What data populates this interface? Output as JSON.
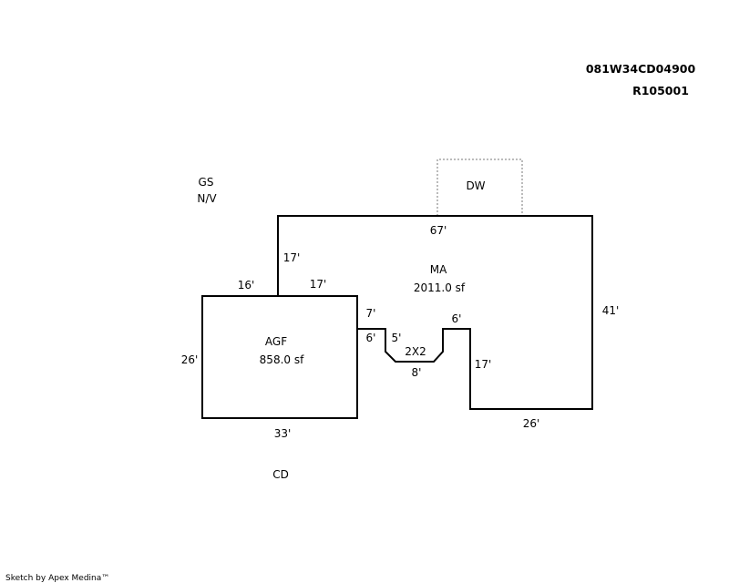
{
  "header": {
    "parcel_id": "081W34CD04900",
    "account_no": "R105001"
  },
  "notes": {
    "gs": "GS",
    "nv": "N/V",
    "cd": "CD"
  },
  "areas": {
    "main": {
      "code": "MA",
      "size": "2011.0 sf"
    },
    "garage": {
      "code": "AGF",
      "size": "858.0 sf"
    },
    "deck": {
      "code": "DW"
    },
    "bump": {
      "code": "2X2"
    }
  },
  "dimensions": {
    "ma_top": "67'",
    "ma_right": "41'",
    "ma_bottom": "26'",
    "ma_inner_right": "17'",
    "ma_left_upper": "17'",
    "ma_left_top": "17'",
    "garage_top": "16'",
    "garage_left": "26'",
    "garage_bottom": "33'",
    "step_top": "7'",
    "step_down": "6'",
    "notch_left": "5'",
    "notch_bottom": "8'",
    "notch_top_right": "6'"
  },
  "footer": {
    "credit": "Sketch by Apex Medina™"
  }
}
